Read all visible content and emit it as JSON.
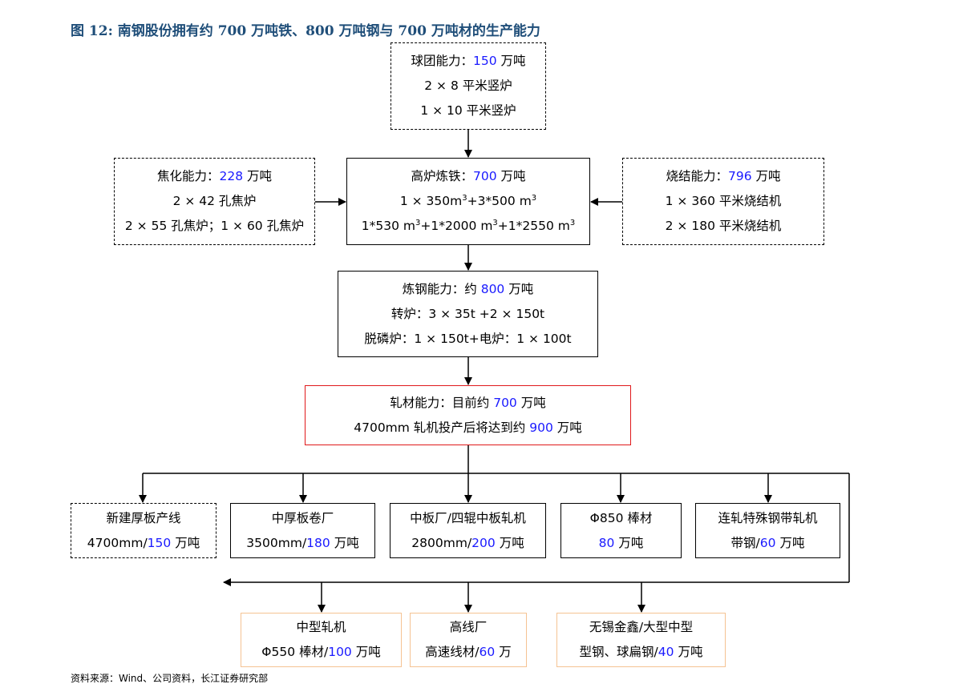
{
  "title": "图 12:  南钢股份拥有约 700 万吨铁、800 万吨钢与 700 万吨材的生产能力",
  "source": "资料来源：Wind、公司资料，长江证券研究部",
  "colors": {
    "title": "#1f4e79",
    "highlight": "#1a1aff",
    "rolling_border": "#e0191b",
    "downstream_border": "#f5c393"
  },
  "boxes": [
    {
      "id": "pellet",
      "style": "dashed",
      "lines": [
        [
          {
            "t": "球团能力："
          },
          {
            "t": "150",
            "b": 1
          },
          {
            "t": " 万吨"
          }
        ],
        [
          {
            "t": "2 × 8 平米竖炉"
          }
        ],
        [
          {
            "t": "1 × 10 平米竖炉"
          }
        ]
      ]
    },
    {
      "id": "coke",
      "style": "dashed",
      "lines": [
        [
          {
            "t": "焦化能力："
          },
          {
            "t": "228",
            "b": 1
          },
          {
            "t": " 万吨"
          }
        ],
        [
          {
            "t": "2 × 42 孔焦炉"
          }
        ],
        [
          {
            "t": "2 × 55 孔焦炉；1 × 60 孔焦炉"
          }
        ]
      ]
    },
    {
      "id": "blast",
      "style": "solid",
      "lines": [
        [
          {
            "t": "高炉炼铁："
          },
          {
            "t": "700",
            "b": 1
          },
          {
            "t": " 万吨"
          }
        ],
        [
          {
            "t": "1 × 350m"
          },
          {
            "t": "3",
            "s": 1
          },
          {
            "t": "+3*500 m"
          },
          {
            "t": "3",
            "s": 1
          }
        ],
        [
          {
            "t": "1*530 m"
          },
          {
            "t": "3",
            "s": 1
          },
          {
            "t": "+1*2000 m"
          },
          {
            "t": "3",
            "s": 1
          },
          {
            "t": "+1*2550 m"
          },
          {
            "t": "3",
            "s": 1
          }
        ]
      ]
    },
    {
      "id": "sinter",
      "style": "dashed",
      "lines": [
        [
          {
            "t": "烧结能力："
          },
          {
            "t": "796",
            "b": 1
          },
          {
            "t": " 万吨"
          }
        ],
        [
          {
            "t": "1 × 360 平米烧结机"
          }
        ],
        [
          {
            "t": "2 × 180 平米烧结机"
          }
        ]
      ]
    },
    {
      "id": "steel",
      "style": "solid",
      "lines": [
        [
          {
            "t": "炼钢能力：约 "
          },
          {
            "t": "800",
            "b": 1
          },
          {
            "t": " 万吨"
          }
        ],
        [
          {
            "t": "转炉：3 × 35t +2 × 150t"
          }
        ],
        [
          {
            "t": "脱磷炉：1 × 150t+电炉：1 × 100t"
          }
        ]
      ]
    },
    {
      "id": "rolling",
      "style": "red",
      "lines": [
        [
          {
            "t": "轧材能力：目前约 "
          },
          {
            "t": "700",
            "b": 1
          },
          {
            "t": " 万吨"
          }
        ],
        [
          {
            "t": "4700mm 轧机投产后将达到约 "
          },
          {
            "t": "900",
            "b": 1
          },
          {
            "t": " 万吨"
          }
        ]
      ]
    },
    {
      "id": "newplate",
      "style": "dashed",
      "lines": [
        [
          {
            "t": "新建厚板产线"
          }
        ],
        [
          {
            "t": "4700mm/"
          },
          {
            "t": "150",
            "b": 1
          },
          {
            "t": " 万吨"
          }
        ]
      ]
    },
    {
      "id": "thick",
      "style": "solid",
      "lines": [
        [
          {
            "t": "中厚板卷厂"
          }
        ],
        [
          {
            "t": "3500mm/"
          },
          {
            "t": "180",
            "b": 1
          },
          {
            "t": " 万吨"
          }
        ]
      ]
    },
    {
      "id": "mid",
      "style": "solid",
      "lines": [
        [
          {
            "t": "中板厂/四辊中板轧机"
          }
        ],
        [
          {
            "t": "2800mm/"
          },
          {
            "t": "200",
            "b": 1
          },
          {
            "t": " 万吨"
          }
        ]
      ]
    },
    {
      "id": "bar",
      "style": "solid",
      "lines": [
        [
          {
            "t": "Φ850 棒材"
          }
        ],
        [
          {
            "t": "80",
            "b": 1
          },
          {
            "t": " 万吨"
          }
        ]
      ]
    },
    {
      "id": "strip",
      "style": "solid",
      "lines": [
        [
          {
            "t": "连轧特殊钢带轧机"
          }
        ],
        [
          {
            "t": "带钢/"
          },
          {
            "t": "60",
            "b": 1
          },
          {
            "t": " 万吨"
          }
        ]
      ]
    },
    {
      "id": "section",
      "style": "orange",
      "lines": [
        [
          {
            "t": "中型轧机"
          }
        ],
        [
          {
            "t": "Φ550 棒材/"
          },
          {
            "t": "100",
            "b": 1
          },
          {
            "t": " 万吨"
          }
        ]
      ]
    },
    {
      "id": "wire",
      "style": "orange",
      "lines": [
        [
          {
            "t": "高线厂"
          }
        ],
        [
          {
            "t": "高速线材/"
          },
          {
            "t": "60",
            "b": 1
          },
          {
            "t": " 万"
          }
        ]
      ]
    },
    {
      "id": "wuxi",
      "style": "orange",
      "lines": [
        [
          {
            "t": "无锡金鑫/大型中型"
          }
        ],
        [
          {
            "t": "型钢、球扁钢/"
          },
          {
            "t": "40",
            "b": 1
          },
          {
            "t": " 万吨"
          }
        ]
      ]
    }
  ]
}
